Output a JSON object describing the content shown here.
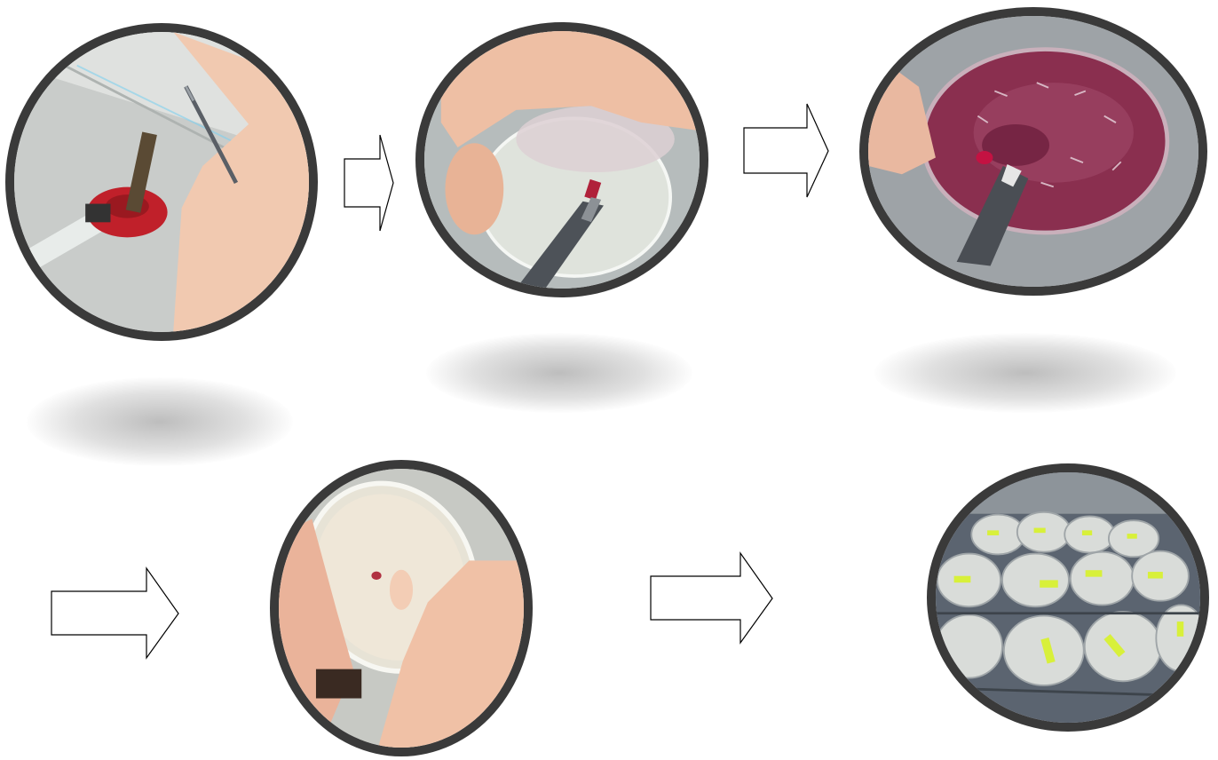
{
  "steps": [
    {
      "id": 1,
      "photo": "flame-sterilizing-scalpel"
    },
    {
      "id": 2,
      "photo": "cutting-agar-in-petri-dish"
    },
    {
      "id": 3,
      "photo": "cutting-red-fungal-culture-plate"
    },
    {
      "id": 4,
      "photo": "placing-piece-on-new-plate"
    },
    {
      "id": 5,
      "photo": "incubator-with-labeled-plates"
    }
  ],
  "colors": {
    "frame": "#3a3a3a",
    "agar_red": "#8a2f4f",
    "label_yellow": "#d8f03a",
    "burner_red": "#c0202a"
  },
  "arrow_icon": "block-arrow-right"
}
